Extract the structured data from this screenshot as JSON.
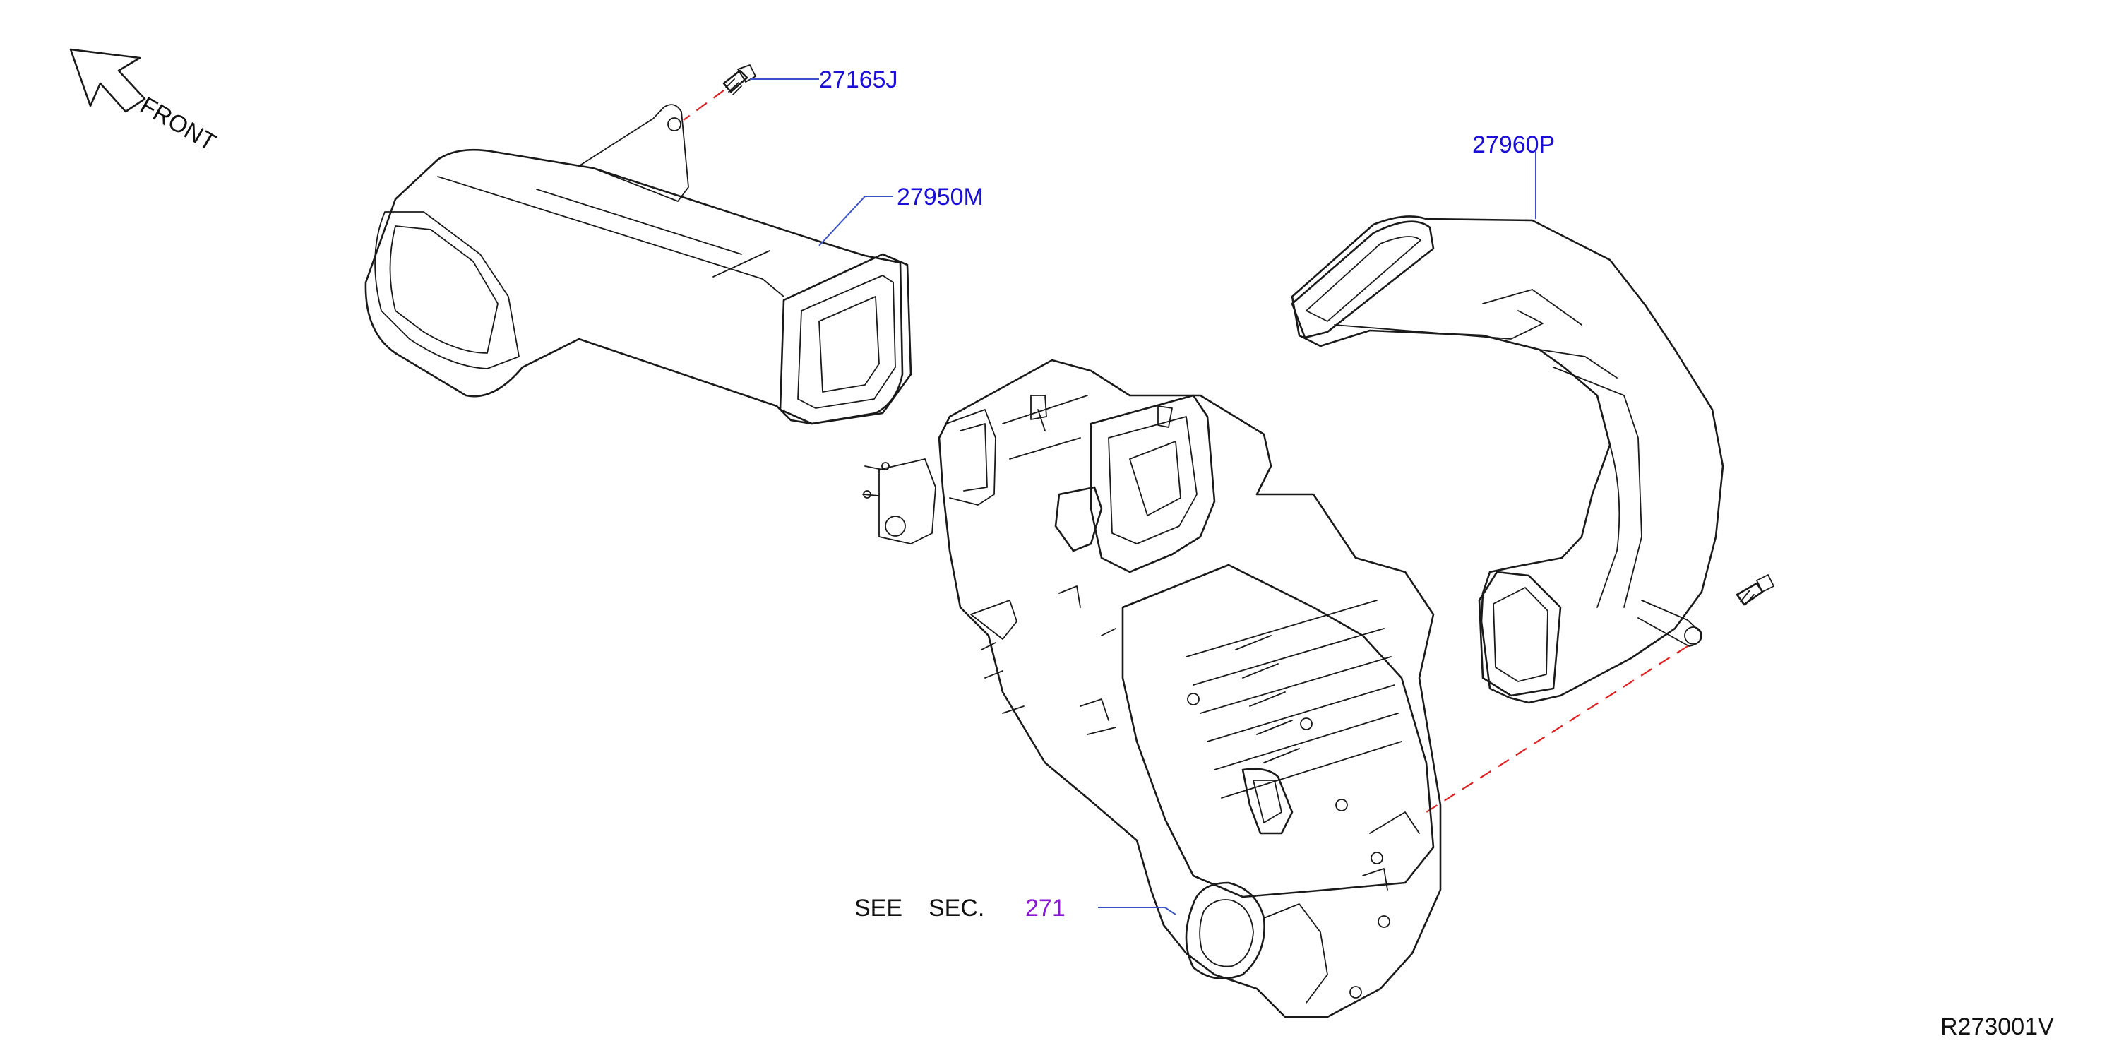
{
  "orientation": {
    "text": "FRONT",
    "icon": "front-arrow-icon"
  },
  "callouts": [
    {
      "id": "bolt-upper",
      "text": "27165J",
      "color": "#1a0ed8"
    },
    {
      "id": "duct-upper",
      "text": "27950M",
      "color": "#1a0ed8"
    },
    {
      "id": "duct-right",
      "text": "27960P",
      "color": "#1a0ed8"
    }
  ],
  "section_ref": {
    "prefix": "SEE",
    "middle": "SEC.",
    "number": "271",
    "number_color": "#8a17d6"
  },
  "diagram_id": "R273001V",
  "colors": {
    "leader": "#3a52c8",
    "dashed": "#e02020",
    "line": "#1a1a1a"
  }
}
